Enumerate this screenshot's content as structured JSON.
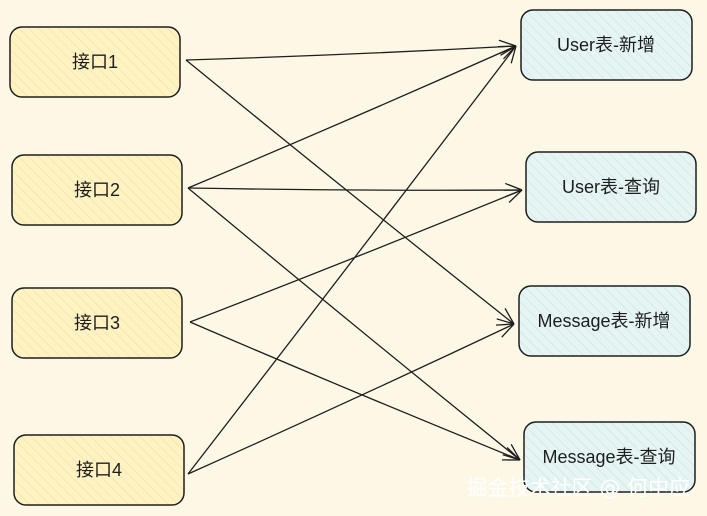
{
  "interfaces": [
    {
      "id": "i1",
      "label": "接口1"
    },
    {
      "id": "i2",
      "label": "接口2"
    },
    {
      "id": "i3",
      "label": "接口3"
    },
    {
      "id": "i4",
      "label": "接口4"
    }
  ],
  "operations": [
    {
      "id": "o1",
      "label": "User表-新增"
    },
    {
      "id": "o2",
      "label": "User表-查询"
    },
    {
      "id": "o3",
      "label": "Message表-新增"
    },
    {
      "id": "o4",
      "label": "Message表-查询"
    }
  ],
  "edges": [
    {
      "from": "i1",
      "to": "o1"
    },
    {
      "from": "i1",
      "to": "o3"
    },
    {
      "from": "i2",
      "to": "o1"
    },
    {
      "from": "i2",
      "to": "o2"
    },
    {
      "from": "i2",
      "to": "o4"
    },
    {
      "from": "i3",
      "to": "o2"
    },
    {
      "from": "i3",
      "to": "o4"
    },
    {
      "from": "i4",
      "to": "o1"
    },
    {
      "from": "i4",
      "to": "o3"
    }
  ],
  "colors": {
    "background": "#fdf8e6",
    "interface_fill": "#fff3c4",
    "operation_fill": "#e3f4f4",
    "stroke": "#1e1e1e"
  },
  "watermark": "掘金技术社区 @ 何中应"
}
